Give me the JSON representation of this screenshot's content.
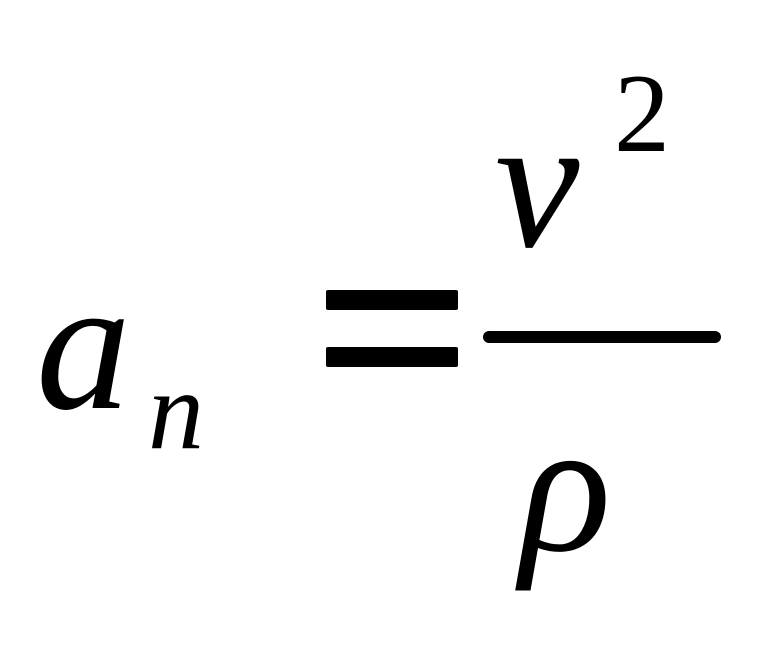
{
  "equation": {
    "lhs": {
      "symbol": "a",
      "subscript": "n"
    },
    "relation": "=",
    "rhs": {
      "numerator": {
        "symbol": "v",
        "superscript": "2"
      },
      "denominator": {
        "symbol": "ρ"
      }
    }
  }
}
